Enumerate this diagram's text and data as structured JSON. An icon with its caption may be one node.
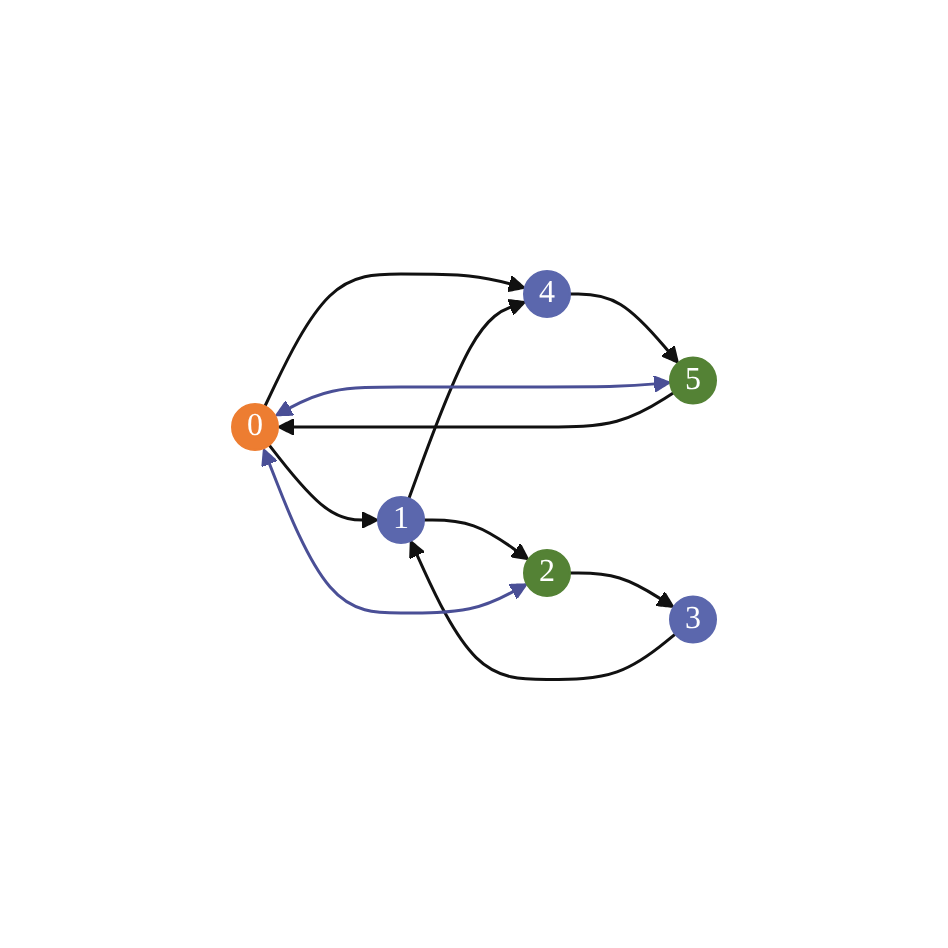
{
  "diagram": {
    "nodes": [
      {
        "text": [
          "0"
        ]
      },
      {
        "text": [
          "1"
        ]
      },
      {
        "text": [
          "2"
        ]
      },
      {
        "text": [
          "3"
        ]
      },
      {
        "text": [
          "4"
        ]
      },
      {
        "text": [
          "5"
        ]
      }
    ],
    "edges": [
      {
        "from": 0,
        "to": 1,
        "arrow": "to"
      },
      {
        "from": 0,
        "to": 4,
        "arrow": "to"
      },
      {
        "from": 1,
        "to": 4,
        "arrow": "to"
      },
      {
        "from": 1,
        "to": 2,
        "arrow": "to"
      },
      {
        "from": 4,
        "to": 5,
        "arrow": "to"
      },
      {
        "from": 2,
        "to": 3,
        "arrow": "to"
      },
      {
        "from": 3,
        "to": 1,
        "arrow": "to"
      },
      {
        "from": 5,
        "to": 0,
        "arrow": "to"
      },
      {
        "from": 0,
        "to": 5,
        "arrow": "both",
        "color": "#4a4f96"
      },
      {
        "from": 0,
        "to": 2,
        "arrow": "both",
        "color": "#4a4f96"
      }
    ]
  }
}
